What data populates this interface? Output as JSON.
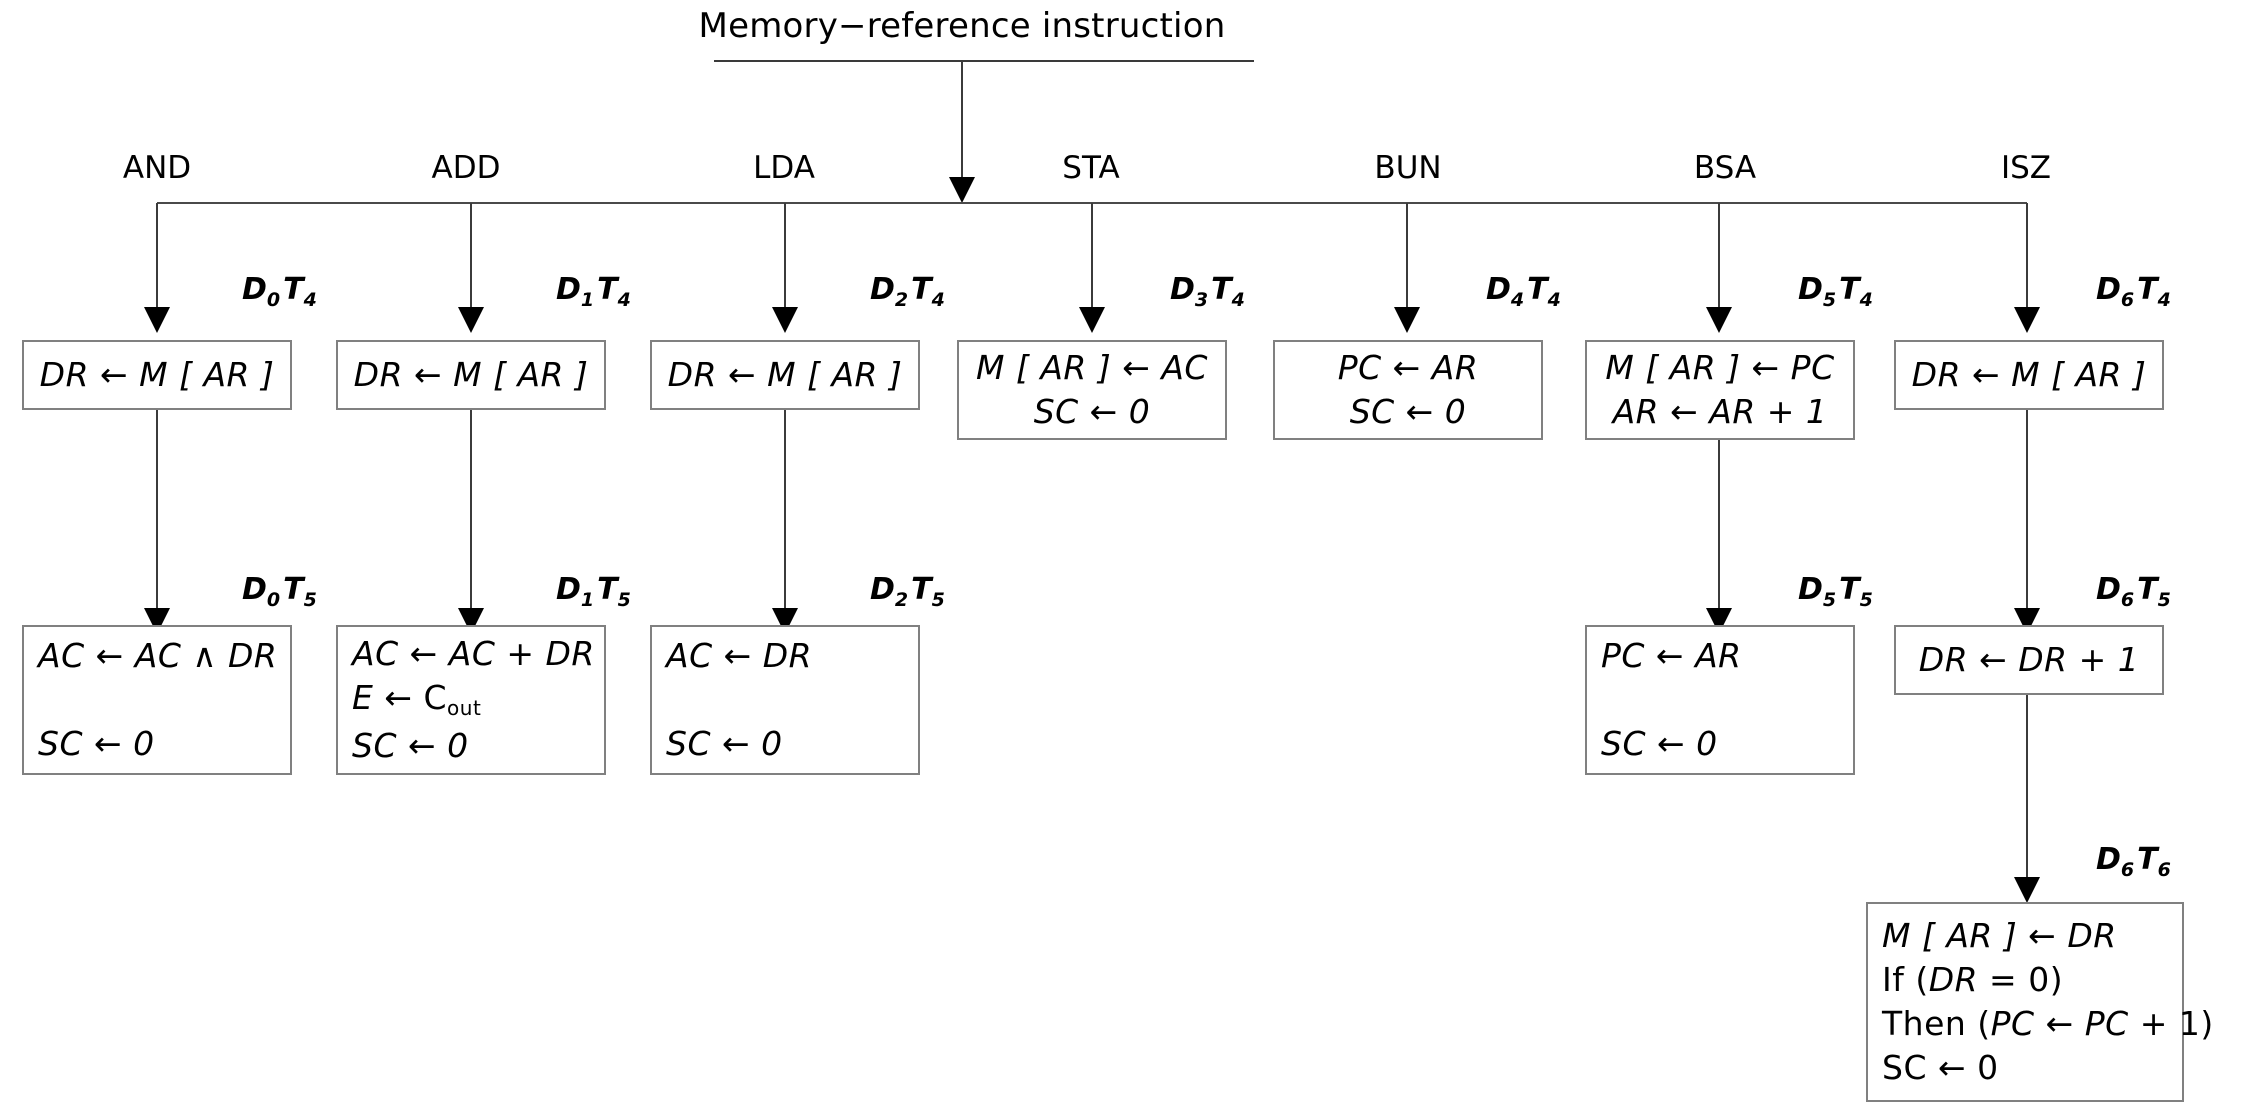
{
  "diagram": {
    "title": "Memory−reference instruction",
    "type": "flowchart",
    "branch_labels": [
      "AND",
      "ADD",
      "LDA",
      "STA",
      "BUN",
      "BSA",
      "ISZ"
    ],
    "columns": [
      {
        "opcode": "AND",
        "boxes": [
          {
            "control": "D",
            "control_sub1": "0",
            "control_t": "T",
            "control_sub2": "4",
            "control_full": "D0 T4",
            "align": "center",
            "lines": [
              "DR ← M [ AR ]"
            ]
          },
          {
            "control": "D",
            "control_sub1": "0",
            "control_t": "T",
            "control_sub2": "5",
            "control_full": "D0 T5",
            "align": "left",
            "lines": [
              "AC ← AC ∧ DR",
              "",
              "SC ← 0"
            ]
          }
        ]
      },
      {
        "opcode": "ADD",
        "boxes": [
          {
            "control": "D",
            "control_sub1": "1",
            "control_t": "T",
            "control_sub2": "4",
            "control_full": "D1 T4",
            "align": "center",
            "lines": [
              "DR ← M [ AR ]"
            ]
          },
          {
            "control": "D",
            "control_sub1": "1",
            "control_t": "T",
            "control_sub2": "5",
            "control_full": "D1 T5",
            "align": "left",
            "lines": [
              "AC ← AC + DR",
              "E ← Cout",
              "SC ← 0"
            ]
          }
        ]
      },
      {
        "opcode": "LDA",
        "boxes": [
          {
            "control": "D",
            "control_sub1": "2",
            "control_t": "T",
            "control_sub2": "4",
            "control_full": "D2 T4",
            "align": "center",
            "lines": [
              "DR ← M [ AR ]"
            ]
          },
          {
            "control": "D",
            "control_sub1": "2",
            "control_t": "T",
            "control_sub2": "5",
            "control_full": "D2 T5",
            "align": "left",
            "lines": [
              "AC ← DR",
              "",
              "SC ← 0"
            ]
          }
        ]
      },
      {
        "opcode": "STA",
        "boxes": [
          {
            "control": "D",
            "control_sub1": "3",
            "control_t": "T",
            "control_sub2": "4",
            "control_full": "D3 T4",
            "align": "center",
            "lines": [
              "M [ AR ] ← AC",
              "SC ← 0"
            ]
          }
        ]
      },
      {
        "opcode": "BUN",
        "boxes": [
          {
            "control": "D",
            "control_sub1": "4",
            "control_t": "T",
            "control_sub2": "4",
            "control_full": "D4 T4",
            "align": "center",
            "lines": [
              "PC ← AR",
              "SC ← 0"
            ]
          }
        ]
      },
      {
        "opcode": "BSA",
        "boxes": [
          {
            "control": "D",
            "control_sub1": "5",
            "control_t": "T",
            "control_sub2": "4",
            "control_full": "D5 T4",
            "align": "center",
            "lines": [
              "M [ AR ] ← PC",
              "AR ← AR + 1"
            ]
          },
          {
            "control": "D",
            "control_sub1": "5",
            "control_t": "T",
            "control_sub2": "5",
            "control_full": "D5 T5",
            "align": "left",
            "lines": [
              "PC ← AR",
              "",
              "SC ← 0"
            ]
          }
        ]
      },
      {
        "opcode": "ISZ",
        "boxes": [
          {
            "control": "D",
            "control_sub1": "6",
            "control_t": "T",
            "control_sub2": "4",
            "control_full": "D6 T4",
            "align": "center",
            "lines": [
              "DR ← M [ AR ]"
            ]
          },
          {
            "control": "D",
            "control_sub1": "6",
            "control_t": "T",
            "control_sub2": "5",
            "control_full": "D6 T5",
            "align": "center",
            "lines": [
              "DR ← DR + 1"
            ]
          },
          {
            "control": "D",
            "control_sub1": "6",
            "control_t": "T",
            "control_sub2": "6",
            "control_full": "D6 T6",
            "align": "left",
            "lines": [
              "M [ AR ] ← DR",
              "If (DR = 0)",
              "Then (PC ← PC + 1)",
              "SC ← 0"
            ]
          }
        ]
      }
    ],
    "symbols": {
      "assign": "←",
      "and": "∧",
      "plus": "+",
      "equals": "=",
      "carry_out": "Cout"
    },
    "colors": {
      "background": "#ffffff",
      "box_border": "#808080",
      "line": "#3b3b3b",
      "text": "#000000"
    }
  }
}
